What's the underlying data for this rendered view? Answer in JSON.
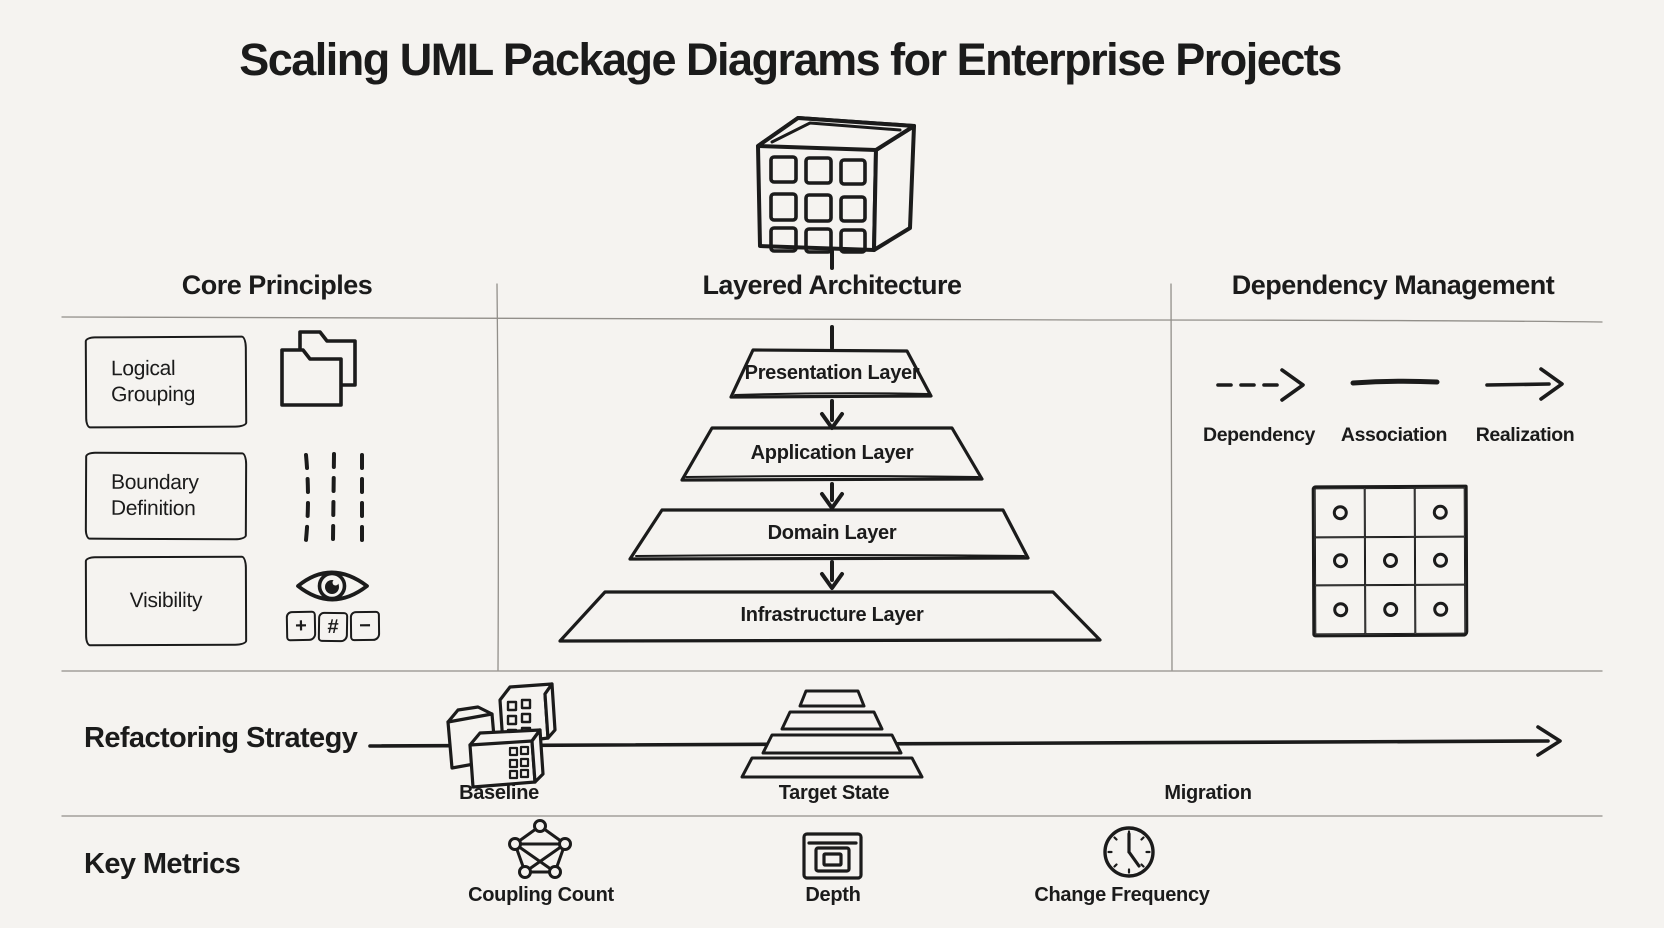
{
  "title": "Scaling UML Package Diagrams for Enterprise Projects",
  "palette": {
    "paper": "#f5f3f0",
    "ink": "#1b1b1b",
    "pencil": "#928f8a"
  },
  "columns": {
    "core": {
      "header": "Core Principles",
      "items": [
        {
          "label": "Logical Grouping",
          "icon": "folders-icon"
        },
        {
          "label": "Boundary Definition",
          "icon": "boundary-dashed-lines-icon"
        },
        {
          "label": "Visibility",
          "icon": "eye-icon",
          "symbols": [
            "+",
            "#",
            "−"
          ]
        }
      ]
    },
    "layers": {
      "header": "Layered Architecture",
      "icon": "package-cube-icon",
      "items": [
        "Presentation Layer",
        "Application Layer",
        "Domain Layer",
        "Infrastructure Layer"
      ]
    },
    "deps": {
      "header": "Dependency Management",
      "legend": [
        {
          "label": "Dependency",
          "icon": "dashed-arrow-icon"
        },
        {
          "label": "Association",
          "icon": "association-line-icon"
        },
        {
          "label": "Realization",
          "icon": "realization-arrow-icon"
        }
      ],
      "matrix": {
        "rows": 3,
        "cols": 3,
        "dots": [
          [
            1,
            0,
            1
          ],
          [
            1,
            1,
            1
          ],
          [
            1,
            1,
            1
          ]
        ]
      }
    }
  },
  "refactoring": {
    "header": "Refactoring Strategy",
    "stages": [
      {
        "label": "Baseline",
        "icon": "module-cluster-icon"
      },
      {
        "label": "Target State",
        "icon": "stepped-pyramid-icon"
      },
      {
        "label": "Migration",
        "icon": ""
      }
    ]
  },
  "metrics": {
    "header": "Key Metrics",
    "items": [
      {
        "label": "Coupling Count",
        "icon": "network-graph-icon"
      },
      {
        "label": "Depth",
        "icon": "nested-squares-icon"
      },
      {
        "label": "Change Frequency",
        "icon": "clock-icon"
      }
    ]
  }
}
